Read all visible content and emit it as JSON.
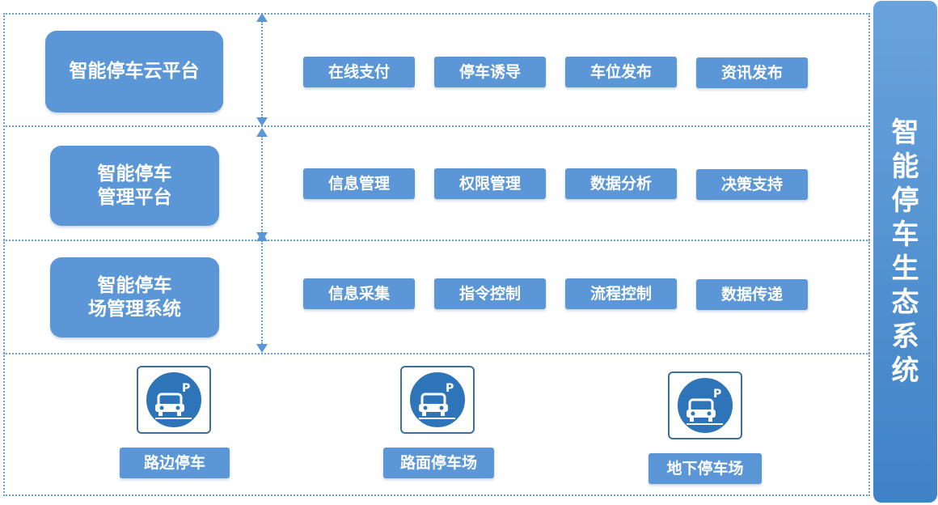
{
  "layers": [
    {
      "title_lines": [
        "智能停车云平台"
      ],
      "features": [
        "在线支付",
        "停车诱导",
        "车位发布",
        "资讯发布"
      ]
    },
    {
      "title_lines": [
        "智能停车",
        "管理平台"
      ],
      "features": [
        "信息管理",
        "权限管理",
        "数据分析",
        "决策支持"
      ]
    },
    {
      "title_lines": [
        "智能停车",
        "场管理系统"
      ],
      "features": [
        "信息采集",
        "指令控制",
        "流程控制",
        "数据传递"
      ]
    }
  ],
  "sites": [
    {
      "label": "路边停车",
      "icon": "parking-car-icon"
    },
    {
      "label": "路面停车场",
      "icon": "parking-car-icon"
    },
    {
      "label": "地下停车场",
      "icon": "parking-car-icon"
    }
  ],
  "ecosystem": {
    "chars": [
      "智",
      "能",
      "停",
      "车",
      "生",
      "态",
      "系",
      "统"
    ]
  },
  "colors": {
    "box": "#5b97d6",
    "icon_circle": "#2d74b8",
    "dotted_line": "#6aa0d8",
    "icon_frame_border": "#3c6f9f"
  }
}
